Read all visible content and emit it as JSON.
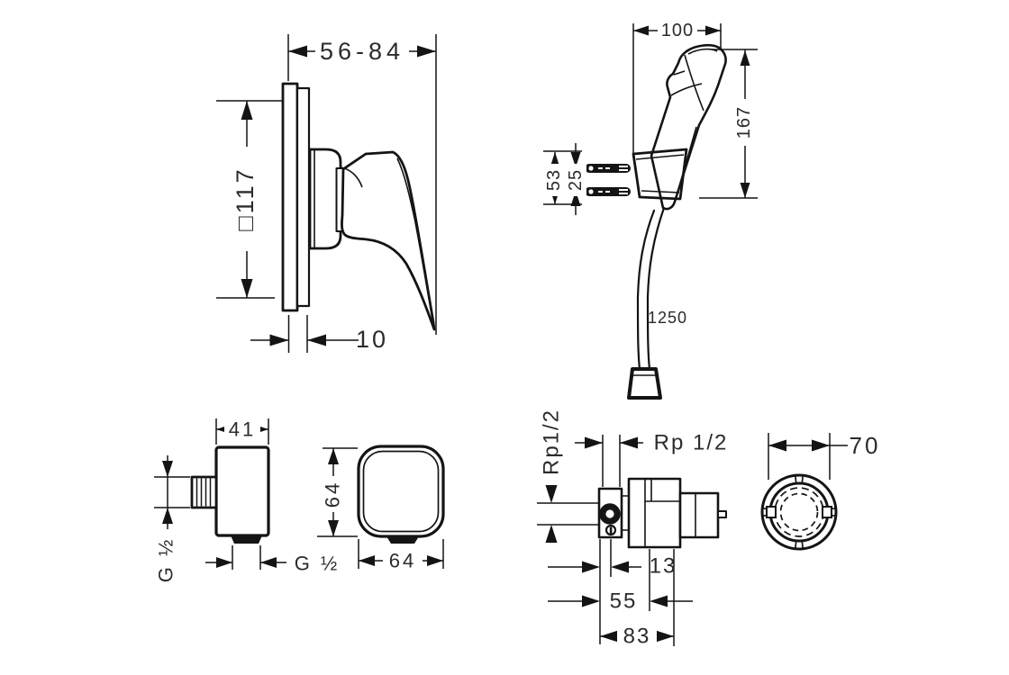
{
  "colors": {
    "line": "#141414",
    "text": "#2b2b2b",
    "background": "#ffffff"
  },
  "dims": {
    "mixer_depth": "56-84",
    "mixer_plate": "□117",
    "mixer_plate_thickness": "10",
    "hs_width": "100",
    "hs_height": "167",
    "hs_screw_outer": "53",
    "hs_screw_pitch": "25",
    "hs_hose_length": "1250",
    "elbow_width": "41",
    "elbow_side_thread": "G ½",
    "elbow_bottom_thread": "G ½",
    "esc_height": "64",
    "esc_width": "64",
    "valve_top_thread": "Rp 1/2",
    "valve_side_thread": "Rp1/2",
    "valve_offset": "13",
    "valve_depth_min": "55",
    "valve_depth_total": "83",
    "valve_front_diameter": "70"
  }
}
